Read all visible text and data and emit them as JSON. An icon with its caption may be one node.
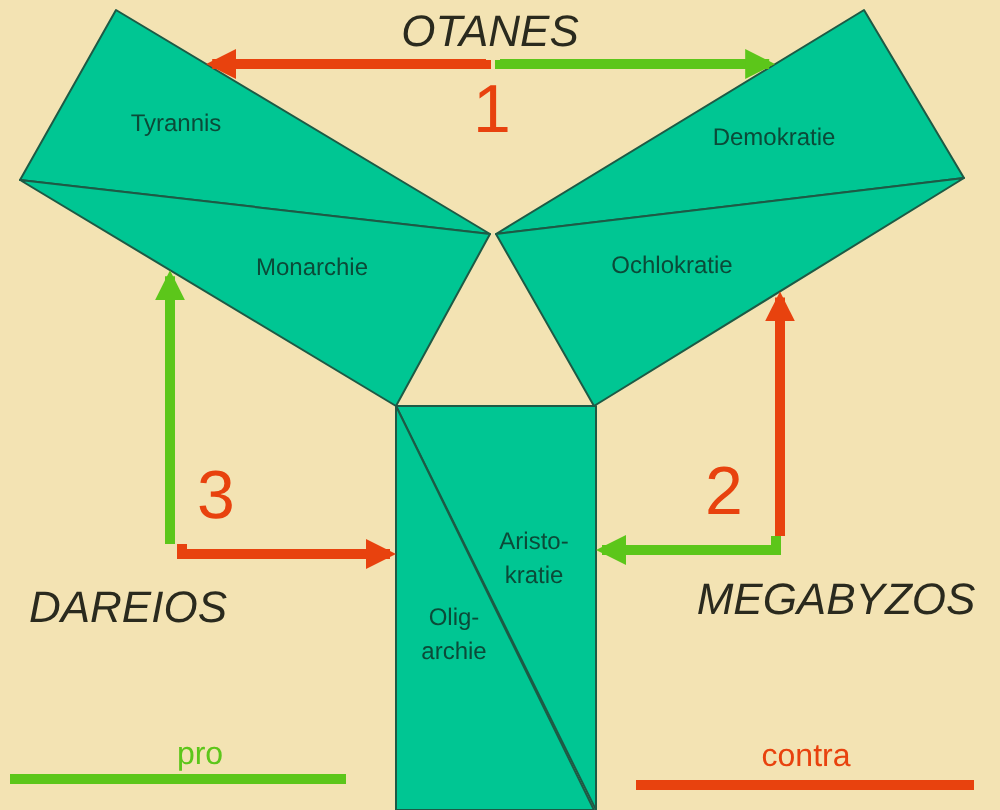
{
  "diagram": {
    "nodes": [
      {
        "text": [
          "Tyrannis"
        ]
      },
      {
        "text": [
          "Demokratie"
        ]
      },
      {
        "text": [
          "Monarchie"
        ]
      },
      {
        "text": [
          "Ochlokratie"
        ]
      },
      {
        "text": [
          "Aristo- kratie"
        ]
      },
      {
        "text": [
          "Olig- archie"
        ]
      },
      {
        "text": [
          "OTANES"
        ]
      },
      {
        "text": [
          "DAREIOS"
        ]
      },
      {
        "text": [
          "MEGABYZOS"
        ]
      }
    ],
    "edges": [
      {
        "from": 6,
        "to": 0,
        "arrow": "to",
        "color": "#e8420e"
      },
      {
        "from": 6,
        "to": 1,
        "arrow": "to",
        "color": "#5cc61a"
      },
      {
        "from": 7,
        "to": 2,
        "arrow": "to",
        "color": "#5cc61a"
      },
      {
        "from": 7,
        "to": 5,
        "arrow": "to",
        "color": "#e8420e"
      },
      {
        "from": 8,
        "to": 4,
        "arrow": "to",
        "color": "#5cc61a"
      },
      {
        "from": 8,
        "to": 3,
        "arrow": "to",
        "color": "#e8420e"
      }
    ],
    "labels": [
      "1",
      "3",
      "2"
    ],
    "legend": [
      {
        "text": "pro",
        "color": "#5cc61a"
      },
      {
        "text": "contra",
        "color": "#e8420e"
      }
    ]
  }
}
